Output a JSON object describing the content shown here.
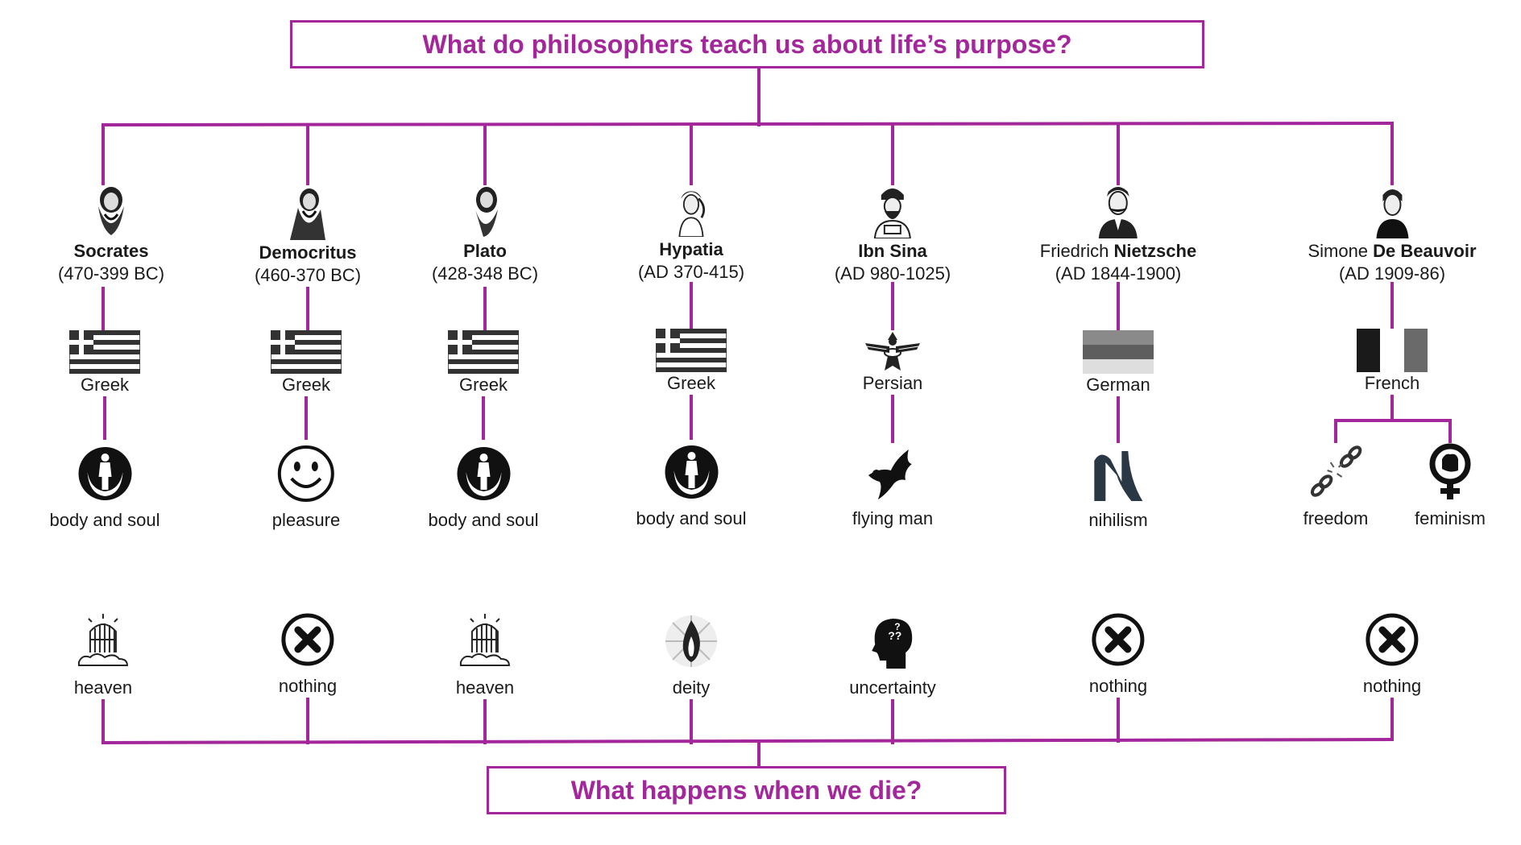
{
  "top_question": "What do philosophers teach us about life’s purpose?",
  "bottom_question": "What happens when we die?",
  "accent_color": "#a3279a",
  "philosophers": [
    {
      "name_plain": "",
      "name_bold": "Socrates",
      "dates": "(470-399 BC)",
      "origin": "Greek",
      "origin_icon": "greek-flag-icon",
      "purpose": "body and soul",
      "purpose_icon": "body-soul-icon",
      "death": "heaven",
      "death_icon": "heaven-gate-icon"
    },
    {
      "name_plain": "",
      "name_bold": "Democritus",
      "dates": "(460-370 BC)",
      "origin": "Greek",
      "origin_icon": "greek-flag-icon",
      "purpose": "pleasure",
      "purpose_icon": "smiley-icon",
      "death": "nothing",
      "death_icon": "x-circle-icon"
    },
    {
      "name_plain": "",
      "name_bold": "Plato",
      "dates": "(428-348 BC)",
      "origin": "Greek",
      "origin_icon": "greek-flag-icon",
      "purpose": "body and soul",
      "purpose_icon": "body-soul-icon",
      "death": "heaven",
      "death_icon": "heaven-gate-icon"
    },
    {
      "name_plain": "",
      "name_bold": "Hypatia",
      "dates": "(AD 370-415)",
      "origin": "Greek",
      "origin_icon": "greek-flag-icon",
      "purpose": "body and soul",
      "purpose_icon": "body-soul-icon",
      "death": "deity",
      "death_icon": "deity-flame-icon"
    },
    {
      "name_plain": "",
      "name_bold": "Ibn Sina",
      "dates": "(AD 980-1025)",
      "origin": "Persian",
      "origin_icon": "faravahar-icon",
      "purpose": "flying man",
      "purpose_icon": "flying-man-icon",
      "death": "uncertainty",
      "death_icon": "question-head-icon"
    },
    {
      "name_plain": "Friedrich ",
      "name_bold": "Nietzsche",
      "dates": "(AD 1844-1900)",
      "origin": "German",
      "origin_icon": "german-flag-icon",
      "purpose": "nihilism",
      "purpose_icon": "nihilism-symbol-icon",
      "death": "nothing",
      "death_icon": "x-circle-icon"
    },
    {
      "name_plain": "Simone ",
      "name_bold": "De Beauvoir",
      "dates": "(AD 1909-86)",
      "origin": "French",
      "origin_icon": "french-flag-icon",
      "purpose": "",
      "purpose_icon": "",
      "death": "nothing",
      "death_icon": "x-circle-icon"
    }
  ],
  "beauvoir_branches": [
    {
      "label": "freedom",
      "icon": "broken-chain-icon"
    },
    {
      "label": "feminism",
      "icon": "feminism-fist-icon"
    }
  ]
}
